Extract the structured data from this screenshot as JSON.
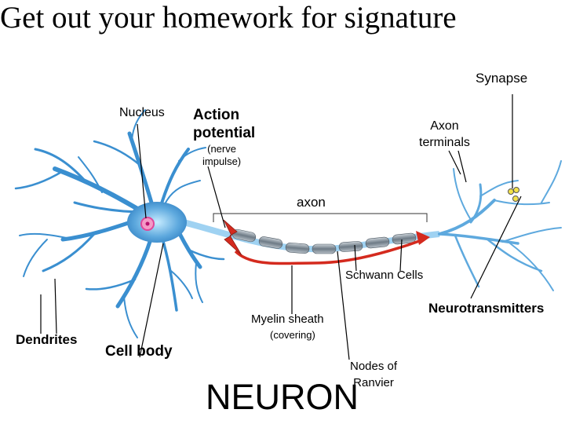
{
  "title": "Get out your homework for signature",
  "labels": {
    "synapse": "Synapse",
    "nucleus": "Nucleus",
    "action_potential": "Action\npotential",
    "nerve_impulse": "(nerve\nimpulse)",
    "axon_terminals": "Axon\nterminals",
    "axon": "axon",
    "schwann_cells": "Schwann Cells",
    "neurotransmitters": "Neurotransmitters",
    "myelin_sheath": "Myelin sheath",
    "covering": "(covering)",
    "dendrites": "Dendrites",
    "cell_body": "Cell body",
    "nodes_of_ranvier": "Nodes of\nRanvier",
    "neuron": "NEURON"
  },
  "colors": {
    "neuron_body": "#3a8fd0",
    "neuron_light": "#9fd2f2",
    "myelin": "#7d8a96",
    "impulse": "#d42a1e",
    "nucleus": "#e0479a",
    "neurotransmitter": "#f3e24a"
  }
}
